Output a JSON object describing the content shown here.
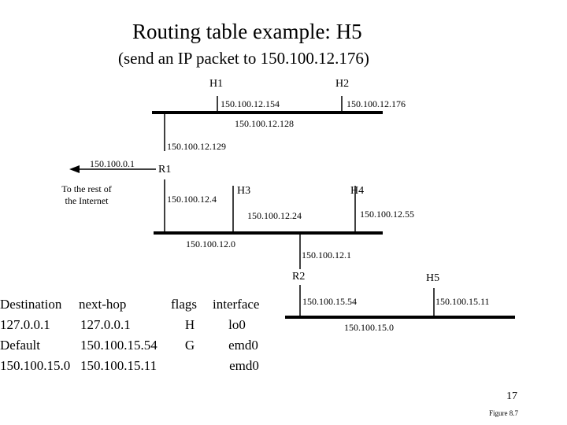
{
  "slide": {
    "title": "Routing table example: H5",
    "subtitle": "(send an IP packet  to 150.100.12.176)",
    "page_number": "17",
    "figure_label": "Figure 8.7"
  },
  "network": {
    "h1": {
      "label": "H1",
      "address": "150.100.12.154"
    },
    "h2": {
      "label": "H2",
      "address": "150.100.12.176"
    },
    "upper_network": "150.100.12.128",
    "r1": {
      "label": "R1",
      "upper_address": "150.100.12.129",
      "lower_address": "150.100.12.4"
    },
    "internet": {
      "address": "150.100.0.1",
      "label_line1": "To the rest of",
      "label_line2": "the Internet"
    },
    "h3": {
      "label": "H3",
      "address": "150.100.12.24"
    },
    "h4": {
      "label": "H4",
      "address": "150.100.12.55"
    },
    "lower_network": "150.100.12.0",
    "r2": {
      "label": "R2",
      "upper_address": "150.100.12.1",
      "lower_address": "150.100.15.54"
    },
    "h5": {
      "label": "H5",
      "address": "150.100.15.11"
    },
    "right_network": "150.100.15.0"
  },
  "routing_table": {
    "headers": {
      "destination": "Destination",
      "next_hop": "next-hop",
      "flags": "flags",
      "interface": "interface"
    },
    "rows": [
      {
        "destination": "127.0.0.1",
        "next_hop": "127.0.0.1",
        "flags": "H",
        "interface": "lo0"
      },
      {
        "destination": "Default",
        "next_hop": "150.100.15.54",
        "flags": "G",
        "interface": "emd0"
      },
      {
        "destination": "150.100.15.0",
        "next_hop": "150.100.15.11",
        "flags": "",
        "interface": "emd0"
      }
    ]
  }
}
